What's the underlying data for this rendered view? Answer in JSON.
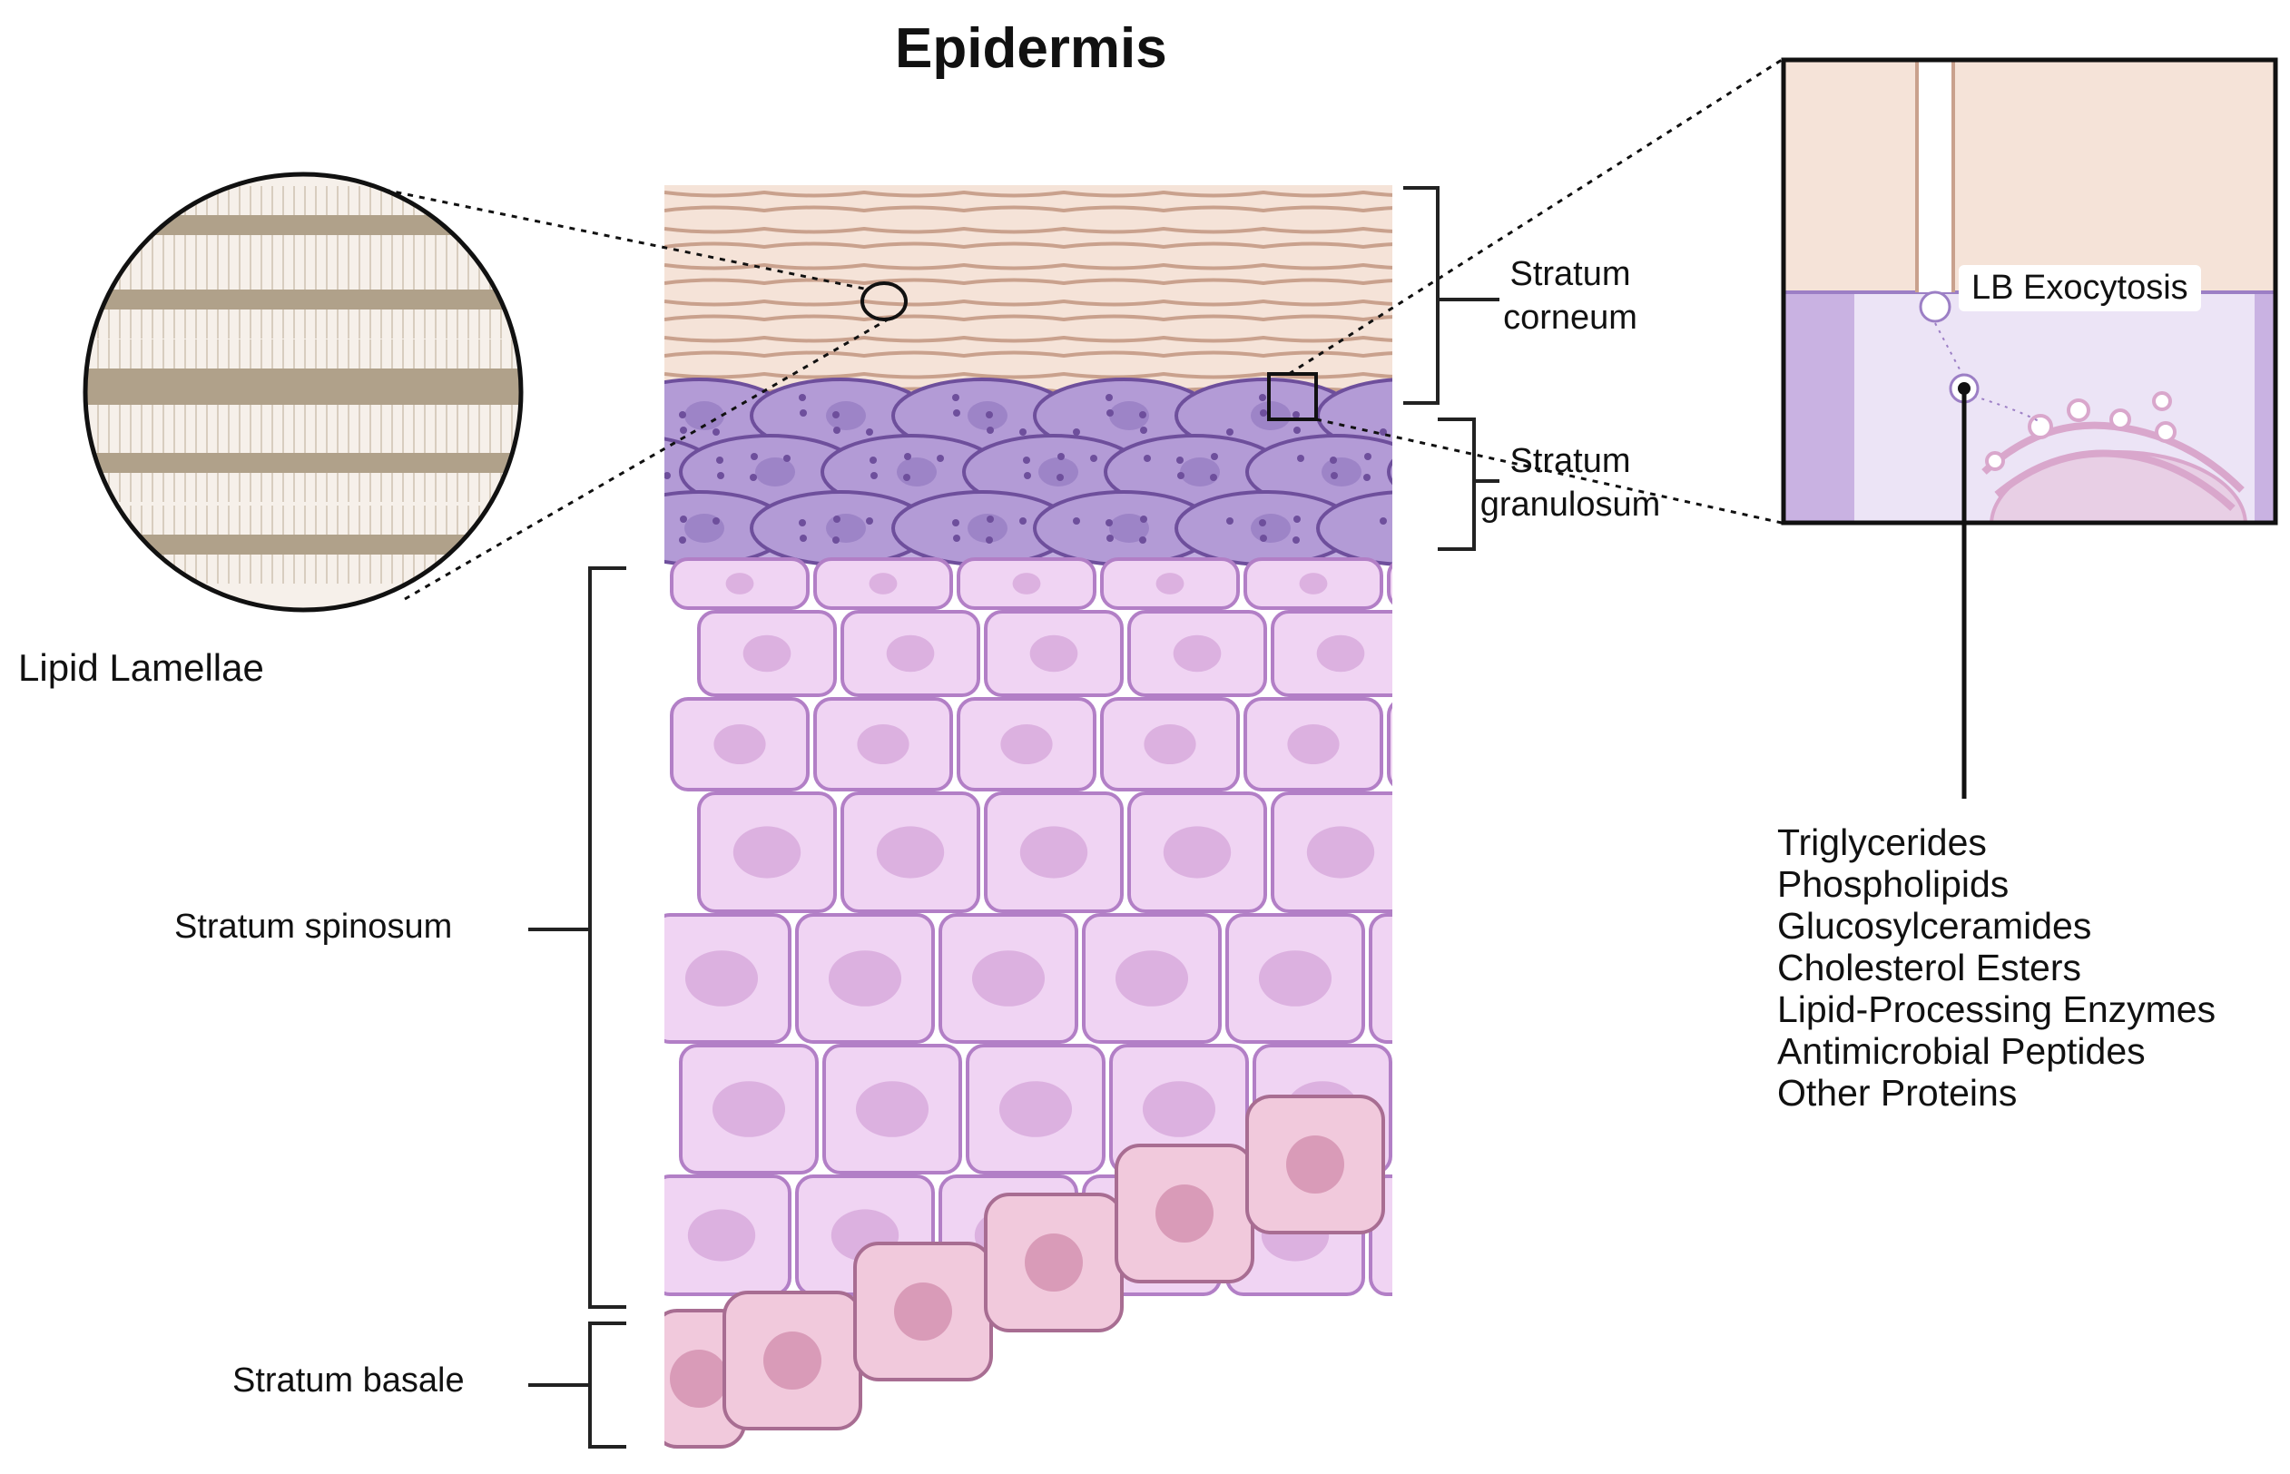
{
  "title": "Epidermis",
  "lipid_lamellae": {
    "label": "Lipid Lamellae"
  },
  "layers": {
    "stratum_corneum": {
      "line1": "Stratum",
      "line2": "corneum"
    },
    "stratum_granulosum": {
      "line1": "Stratum",
      "line2": "granulosum"
    },
    "stratum_spinosum": {
      "label": "Stratum spinosum"
    },
    "stratum_basale": {
      "label": "Stratum basale"
    }
  },
  "inset": {
    "label": "LB Exocytosis",
    "contents": [
      "Triglycerides",
      "Phospholipids",
      "Glucosylceramides",
      "Cholesterol Esters",
      "Lipid-Processing Enzymes",
      "Antimicrobial Peptides",
      "Other Proteins"
    ]
  },
  "colors": {
    "corneum_fill": "#f5e3d8",
    "corneum_line": "#c9a18d",
    "granulosum_fill": "#b39bd6",
    "granulosum_dark": "#6e4f9c",
    "spinosum_fill": "#f0d4f3",
    "spinosum_line": "#b27fc6",
    "nucleus_fill": "#dcb1e0",
    "basale_fill": "#f1c9dc",
    "basale_line": "#a86d92",
    "basale_nucleus": "#d99bb8",
    "lamella_band": "#a89880",
    "bracket": "#222222"
  }
}
